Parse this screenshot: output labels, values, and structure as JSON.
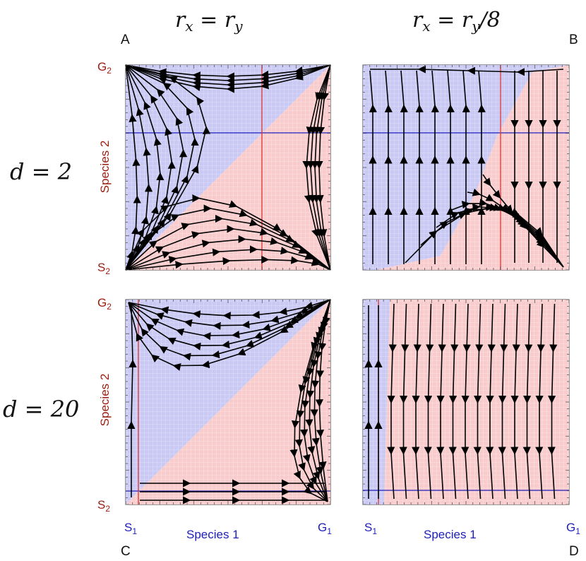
{
  "figure": {
    "columns": [
      {
        "label": "r_x = r_y",
        "text_main": "r",
        "sub1": "x",
        "eq": " = ",
        "main2": "r",
        "sub2": "y",
        "suffix": ""
      },
      {
        "label": "r_x = r_y/8",
        "text_main": "r",
        "sub1": "x",
        "eq": " = ",
        "main2": "r",
        "sub2": "y",
        "suffix": "/8"
      }
    ],
    "rows": [
      {
        "label": "d = 2"
      },
      {
        "label": "d = 20"
      }
    ],
    "panel_letters": [
      "A",
      "B",
      "C",
      "D"
    ],
    "y_axis_label": "Species 2",
    "x_axis_label": "Species 1",
    "corners": {
      "top_y": {
        "main": "G",
        "sub": "2"
      },
      "bottom_y": {
        "main": "S",
        "sub": "2"
      },
      "left_x": {
        "main": "S",
        "sub": "1"
      },
      "right_x": {
        "main": "G",
        "sub": "1"
      }
    },
    "colors": {
      "blue_region": "#c9c9f3",
      "red_region": "#f8cccc",
      "blue_line": "#2020c0",
      "red_line": "#e03030",
      "stream": "#000000"
    }
  }
}
